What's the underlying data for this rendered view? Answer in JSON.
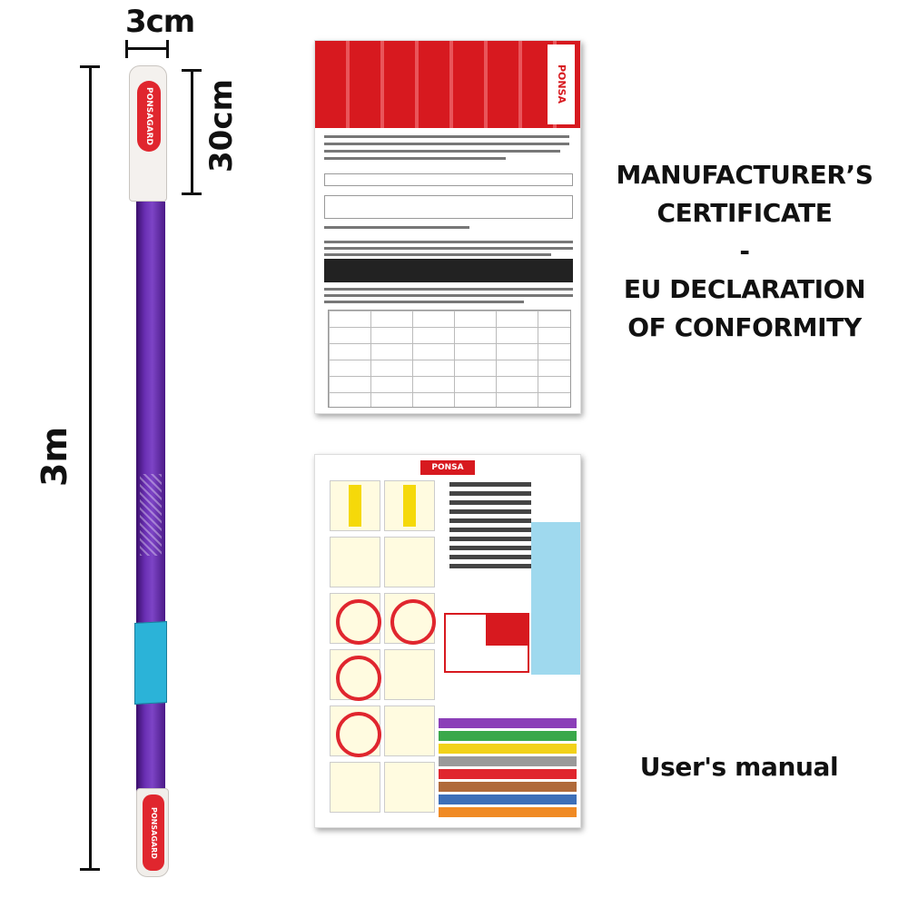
{
  "dimensions": {
    "width_label": "3cm",
    "eye_length_label": "30cm",
    "total_length_label": "3m"
  },
  "sling": {
    "eye_logo_text": "PONSAGARD",
    "body_color": "#6a2fb3",
    "eye_color": "#f4f1ee",
    "logo_color": "#e0262e",
    "tag_color": "#2bb3d8"
  },
  "certificate_doc": {
    "brand_text": "PONSA"
  },
  "manual_doc": {
    "brand_text": "PONSA"
  },
  "captions": {
    "certificate_line1": "MANUFACTURER’S",
    "certificate_line2": "CERTIFICATE",
    "certificate_line3": "-",
    "certificate_line4": "EU DECLARATION",
    "certificate_line5": "OF CONFORMITY",
    "manual": "User's manual"
  }
}
